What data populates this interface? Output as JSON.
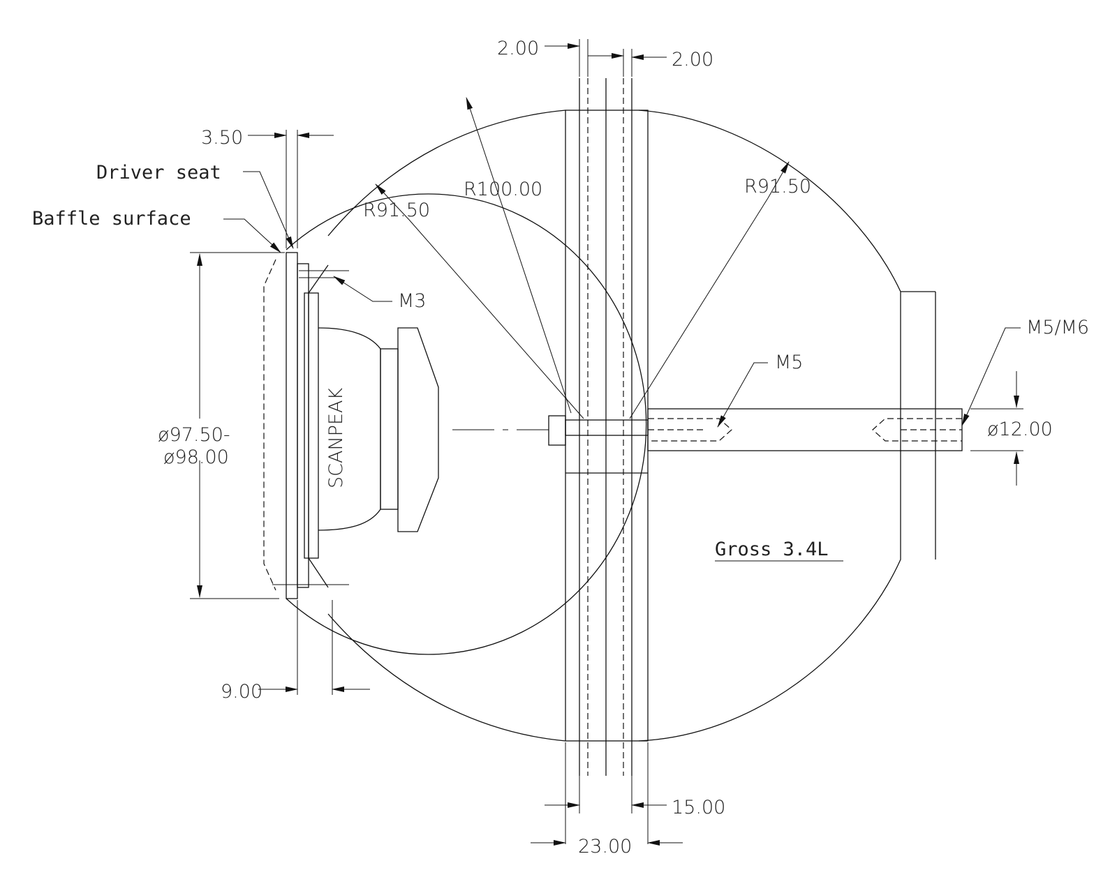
{
  "dimensions": {
    "slot_left": "2.00",
    "slot_right": "2.00",
    "baffle_thickness": "3.50",
    "outer_radius": "R100.00",
    "inner_radius_left": "R91.50",
    "inner_radius_right": "R91.50",
    "cutout_diameter_line1": "ø97.50-",
    "cutout_diameter_line2": "ø98.00",
    "seat_depth": "9.00",
    "rod_diameter": "ø12.00",
    "panel_inner": "15.00",
    "panel_outer": "23.00"
  },
  "labels": {
    "driver_seat": "Driver seat",
    "baffle_surface": "Baffle surface",
    "screw_m3": "M3",
    "screw_m5": "M5",
    "screw_m5_m6": "M5/M6",
    "brand": "SCANPEAK",
    "volume": "Gross 3.4L"
  }
}
